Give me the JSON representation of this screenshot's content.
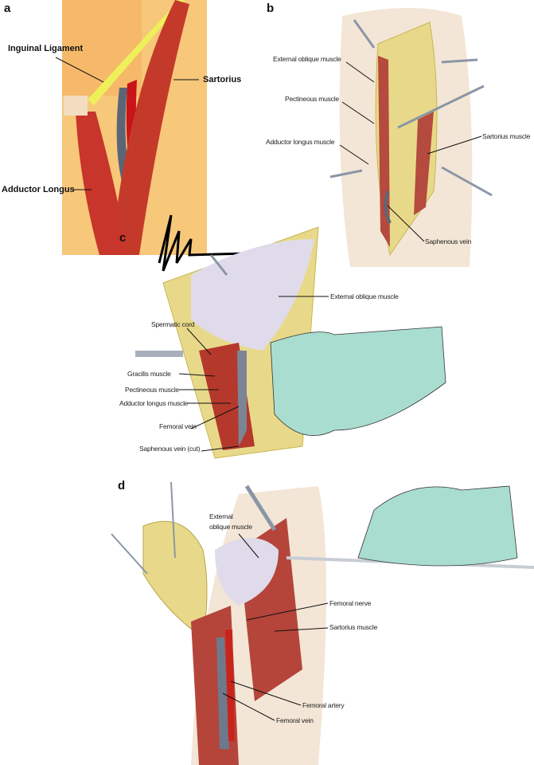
{
  "panels": {
    "a": {
      "letter": "a",
      "labels": {
        "inguinal": "Inguinal Ligament",
        "sartorius": "Sartorius",
        "adductor": "Adductor Longus"
      }
    },
    "b": {
      "letter": "b",
      "labels": {
        "external_oblique": "External oblique muscle",
        "pectineous": "Pectineous muscle",
        "adductor": "Adductor longus muscle",
        "sartorius": "Sartorius muscle",
        "saphenous": "Saphenous vein"
      }
    },
    "c": {
      "letter": "c",
      "labels": {
        "external_oblique": "External oblique muscle",
        "spermatic": "Spermatic cord",
        "gracilis": "Gracilis muscle",
        "pectineous": "Pectineous muscle",
        "adductor": "Adductor longus muscle",
        "femoral_vein": "Femoral vein",
        "saphenous_cut": "Saphenous vein (cut)"
      }
    },
    "d": {
      "letter": "d",
      "labels": {
        "external_oblique_1": "External",
        "external_oblique_2": "oblique muscle",
        "femoral_nerve": "Femoral nerve",
        "sartorius": "Sartorius muscle",
        "femoral_artery": "Femoral artery",
        "femoral_vein": "Femoral vein"
      }
    }
  },
  "colors": {
    "muscle": "#b8322c",
    "fat": "#e8d98a",
    "skin": "#f2e3cf",
    "vein": "#6e7a8c",
    "glove": "#a9ddd0"
  }
}
